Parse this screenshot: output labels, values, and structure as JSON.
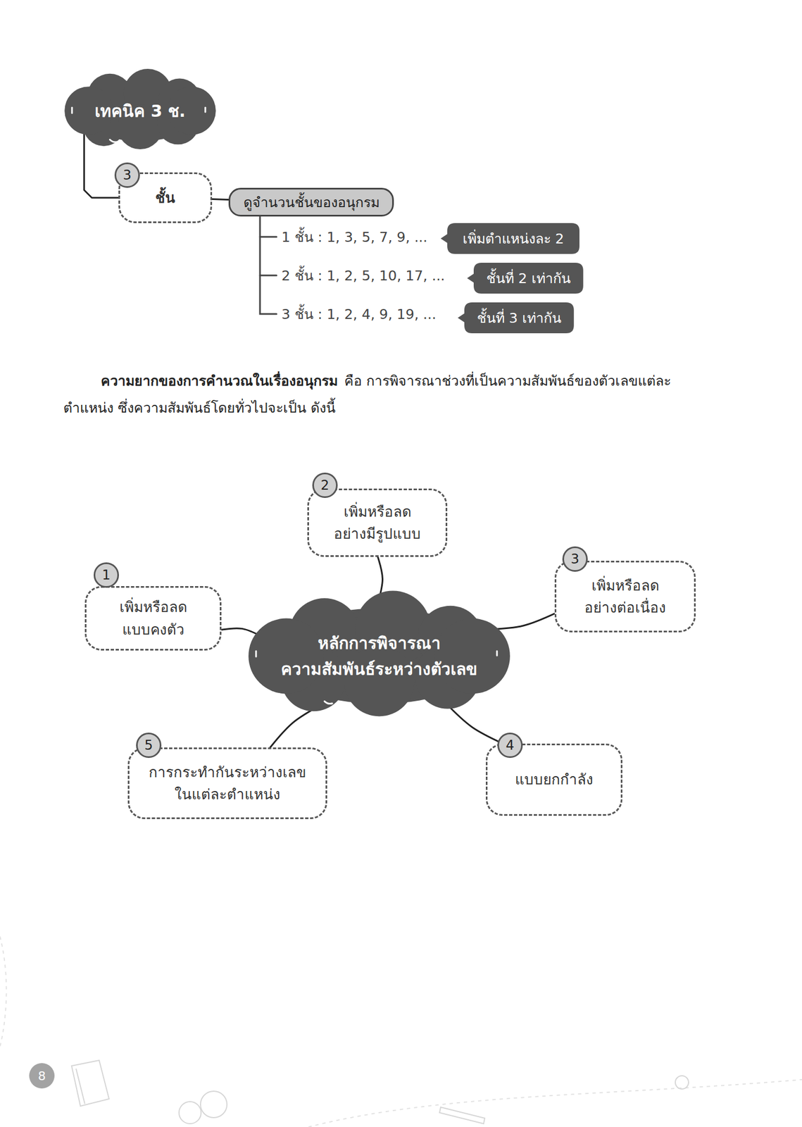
{
  "diagram": {
    "nodes": [
      {
        "text": [
          "เทคนิค 3 ช."
        ]
      },
      {
        "text": [
          "ชั้น"
        ]
      },
      {
        "text": [
          "ดูจำนวนชั้นของอนุกรม"
        ]
      },
      {
        "text": [
          "เพิ่มตำแหน่งละ 2"
        ]
      },
      {
        "text": [
          "ชั้นที่ 2 เท่ากัน"
        ]
      },
      {
        "text": [
          "ชั้นที่ 3 เท่ากัน"
        ]
      },
      {
        "text": [
          "เพิ่มหรือลด อย่างมีรูปแบบ"
        ]
      },
      {
        "text": [
          "เพิ่มหรือลด แบบคงตัว"
        ]
      },
      {
        "text": [
          "เพิ่มหรือลด อย่างต่อเนื่อง"
        ]
      },
      {
        "text": [
          "หลักการพิจารณา ความสัมพันธ์ระหว่างตัวเลข"
        ]
      },
      {
        "text": [
          "การกระทำกันระหว่างเลข ในแต่ละตำแหน่ง"
        ]
      },
      {
        "text": [
          "แบบยกกำลัง"
        ]
      }
    ],
    "edges": [
      {
        "from": 0,
        "to": 1,
        "arrow": "none"
      },
      {
        "from": 1,
        "to": 2,
        "arrow": "none"
      },
      {
        "from": 9,
        "to": 6,
        "arrow": "none"
      },
      {
        "from": 9,
        "to": 7,
        "arrow": "none"
      },
      {
        "from": 9,
        "to": 8,
        "arrow": "none"
      },
      {
        "from": 9,
        "to": 10,
        "arrow": "none"
      },
      {
        "from": 9,
        "to": 11,
        "arrow": "none"
      }
    ],
    "labels": [
      "3",
      "1 ชั้น : 1, 3, 5, 7, 9, ...",
      "2 ชั้น : 1, 2, 5, 10, 17, ...",
      "3 ชั้น : 1, 2, 4, 9, 19, ...",
      "ความยากของการคำนวณในเรื่องอนุกรม",
      "คือ การพิจารณาช่วงที่เป็นความสัมพันธ์ของตัวเลขแต่ละตำแหน่ง ซึ่งความสัมพันธ์โดยทั่วไปจะเป็น ดังนี้",
      "2",
      "1",
      "3",
      "5",
      "4",
      "8"
    ]
  }
}
